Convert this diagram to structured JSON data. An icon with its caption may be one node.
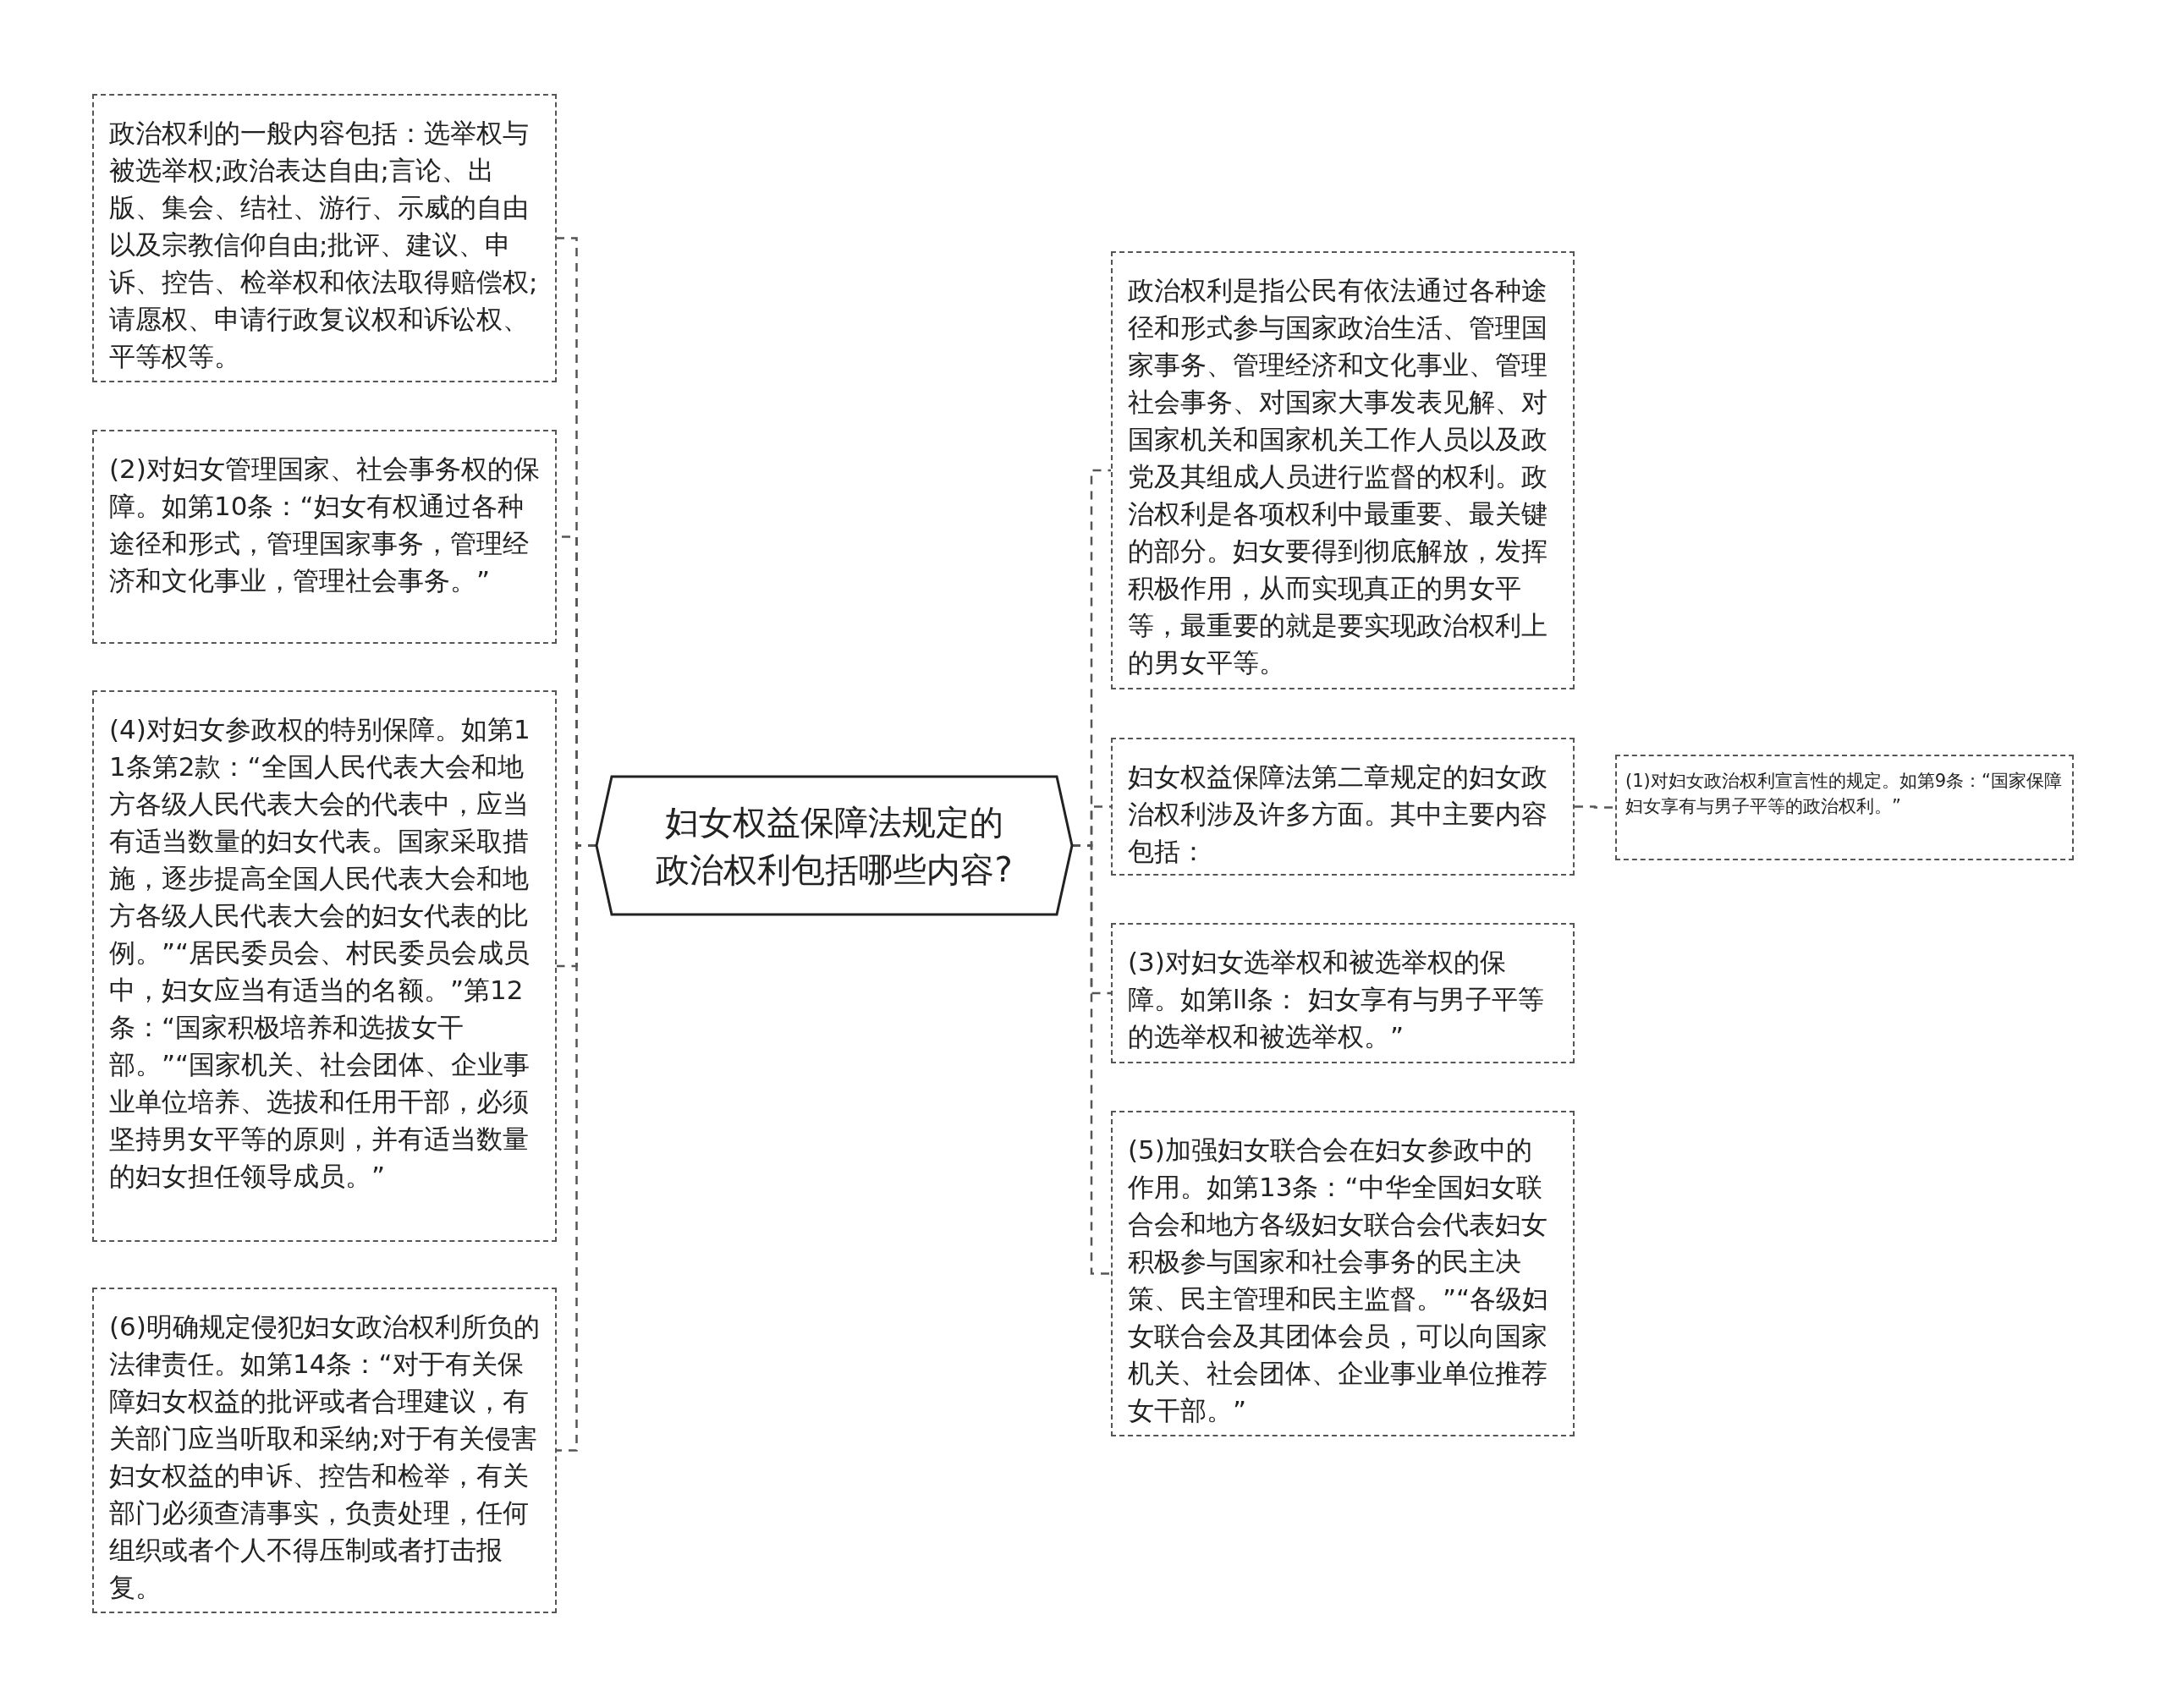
{
  "diagram": {
    "nodes": [
      {
        "text": [
          "妇女权益保障法规定的政治权利包括哪些内容?"
        ]
      },
      {
        "text": [
          "政治权利的一般内容包括：选举权与被选举权;政治表达自由;言论、出版、集会、结社、游行、示威的自由以及宗教信仰自由;批评、建议、申诉、控告、检举权和依法取得赔偿权;请愿权、申请行政复议权和诉讼权、平等权等。"
        ]
      },
      {
        "text": [
          "(2)对妇女管理国家、社会事务权的保障。如第10条：“妇女有权通过各种途径和形式，管理国家事务，管理经济和文化事业，管理社会事务。”"
        ]
      },
      {
        "text": [
          "(4)对妇女参政权的特别保障。如第11条第2款：“全国人民代表大会和地方各级人民代表大会的代表中，应当有适当数量的妇女代表。国家采取措施，逐步提高全国人民代表大会和地方各级人民代表大会的妇女代表的比例。”“居民委员会、村民委员会成员中，妇女应当有适当的名额。”第12条：“国家积极培养和选拔女干部。”“国家机关、社会团体、企业事业单位培养、选拔和任用干部，必须坚持男女平等的原则，并有适当数量的妇女担任领导成员。”"
        ]
      },
      {
        "text": [
          "(6)明确规定侵犯妇女政治权利所负的法律责任。如第14条：“对于有关保障妇女权益的批评或者合理建议，有关部门应当听取和采纳;对于有关侵害妇女权益的申诉、控告和检举，有关部门必须查清事实，负责处理，任何组织或者个人不得压制或者打击报复。"
        ]
      },
      {
        "text": [
          "政治权利是指公民有依法通过各种途径和形式参与国家政治生活、管理国家事务、管理经济和文化事业、管理社会事务、对国家大事发表见解、对国家机关和国家机关工作人员以及政党及其组成人员进行监督的权利。政治权利是各项权利中最重要、最关键的部分。妇女要得到彻底解放，发挥积极作用，从而实现真正的男女平等，最重要的就是要实现政治权利上的男女平等。"
        ]
      },
      {
        "text": [
          "妇女权益保障法第二章规定的妇女政治权利涉及许多方面。其中主要内容包括："
        ]
      },
      {
        "text": [
          "(3)对妇女选举权和被选举权的保障。如第ll条： 妇女享有与男子平等的选举权和被选举权。”"
        ]
      },
      {
        "text": [
          "(5)加强妇女联合会在妇女参政中的作用。如第13条：“中华全国妇女联合会和地方各级妇女联合会代表妇女积极参与国家和社会事务的民主决策、民主管理和民主监督。”“各级妇女联合会及其团体会员，可以向国家机关、社会团体、企业事业单位推荐女干部。”"
        ]
      },
      {
        "text": [
          "(1)对妇女政治权利宣言性的规定。如第9条：“国家保障妇女享有与男子平等的政治权利。”"
        ]
      }
    ],
    "edges": [
      {
        "from": 0,
        "to": 1,
        "arrow": "none"
      },
      {
        "from": 0,
        "to": 2,
        "arrow": "none"
      },
      {
        "from": 0,
        "to": 3,
        "arrow": "none"
      },
      {
        "from": 0,
        "to": 4,
        "arrow": "none"
      },
      {
        "from": 0,
        "to": 5,
        "arrow": "none"
      },
      {
        "from": 0,
        "to": 6,
        "arrow": "none"
      },
      {
        "from": 0,
        "to": 7,
        "arrow": "none"
      },
      {
        "from": 0,
        "to": 8,
        "arrow": "none"
      },
      {
        "from": 6,
        "to": 9,
        "arrow": "none"
      }
    ]
  }
}
